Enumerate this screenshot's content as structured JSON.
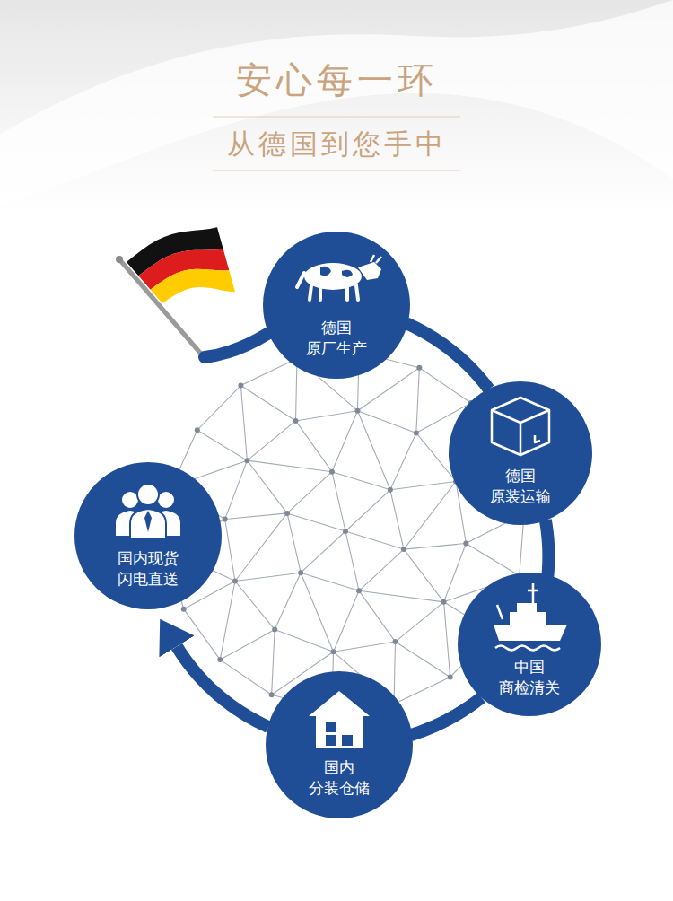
{
  "diagram": {
    "title": "安心每一环",
    "nodes": [
      {
        "text": [
          "德国 原厂生产"
        ]
      },
      {
        "text": [
          "德国 原装运输"
        ]
      },
      {
        "text": [
          "中国 商检清关"
        ]
      },
      {
        "text": [
          "国内 分装仓储"
        ]
      },
      {
        "text": [
          "国内现货 闪电直送"
        ]
      }
    ],
    "edges": [
      {
        "from": 0,
        "to": 1,
        "arrow": "none"
      },
      {
        "from": 1,
        "to": 2,
        "arrow": "none"
      },
      {
        "from": 2,
        "to": 3,
        "arrow": "none"
      },
      {
        "from": 3,
        "to": 4,
        "arrow": "to"
      }
    ],
    "labels": [
      "从德国到您手中"
    ]
  }
}
